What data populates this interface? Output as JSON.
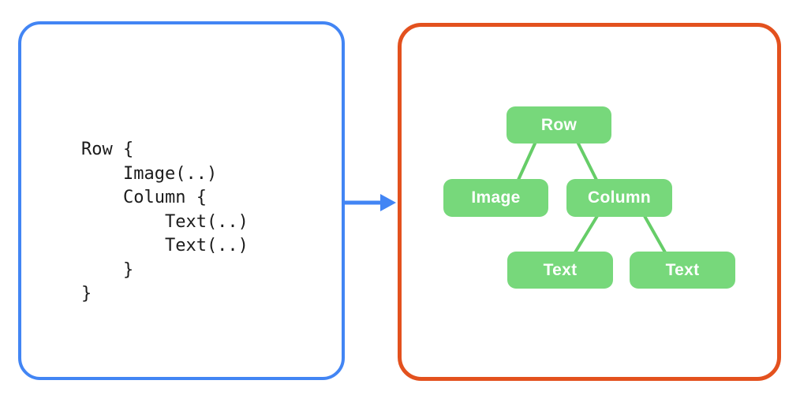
{
  "colors": {
    "background": "#ffffff",
    "panel_left_border": "#4285F4",
    "panel_right_border": "#E3511E",
    "arrow": "#4285F4",
    "node_fill": "#77D87B",
    "node_text": "#ffffff",
    "edge_line": "#66CD68",
    "code_text": "#1b1b1b"
  },
  "code_panel": {
    "lines": [
      "Row {",
      "    Image(..)",
      "    Column {",
      "        Text(..)",
      "        Text(..)",
      "    }",
      "}"
    ]
  },
  "arrow": {
    "icon": "arrow-right",
    "direction": "right"
  },
  "tree_panel": {
    "nodes": [
      {
        "id": "row",
        "label": "Row"
      },
      {
        "id": "image",
        "label": "Image"
      },
      {
        "id": "column",
        "label": "Column"
      },
      {
        "id": "text-1",
        "label": "Text"
      },
      {
        "id": "text-2",
        "label": "Text"
      }
    ],
    "edges": [
      [
        0,
        1
      ],
      [
        0,
        2
      ],
      [
        2,
        3
      ],
      [
        2,
        4
      ]
    ]
  }
}
